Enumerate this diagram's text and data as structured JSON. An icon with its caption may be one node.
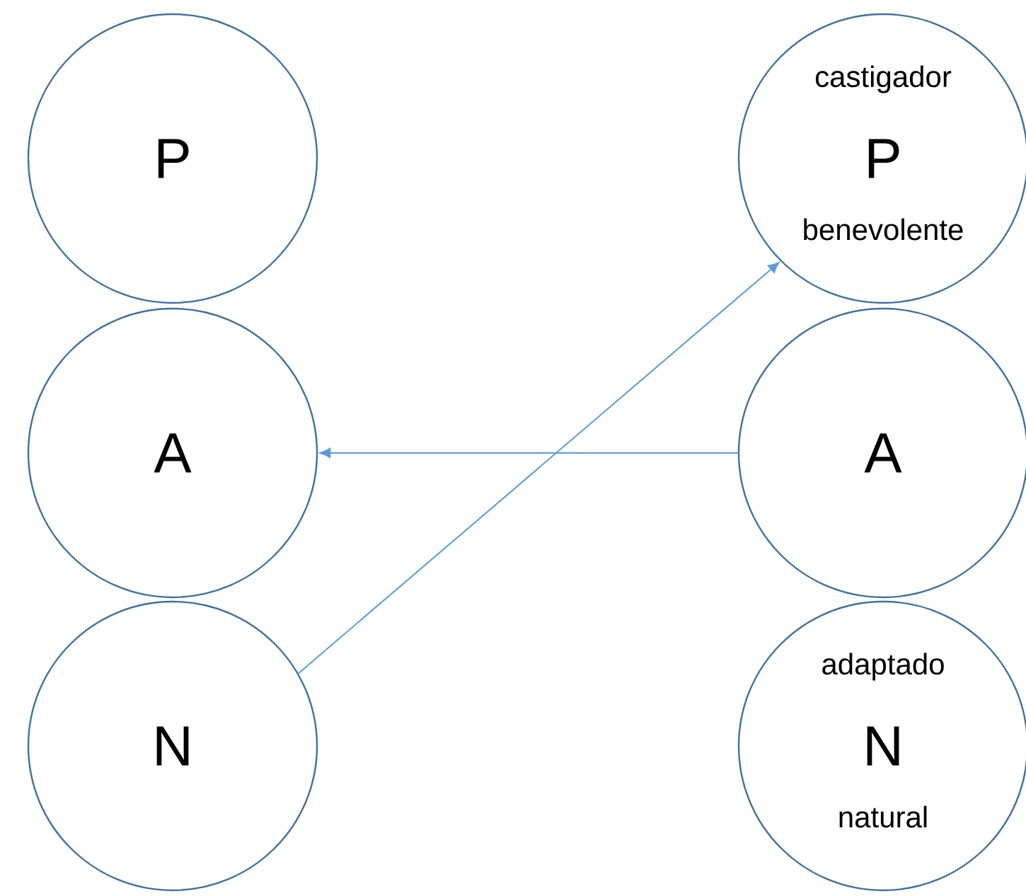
{
  "diagram": {
    "nodes": [
      {
        "text": [
          "P"
        ]
      },
      {
        "text": [
          "A"
        ]
      },
      {
        "text": [
          "N"
        ]
      },
      {
        "text": [
          "castigador",
          "P",
          "benevolente"
        ]
      },
      {
        "text": [
          "A"
        ]
      },
      {
        "text": [
          "adaptado",
          "N",
          "natural"
        ]
      }
    ],
    "edges": [
      {
        "from": 4,
        "to": 1,
        "arrow": "to"
      },
      {
        "from": 2,
        "to": 3,
        "arrow": "to"
      }
    ]
  }
}
